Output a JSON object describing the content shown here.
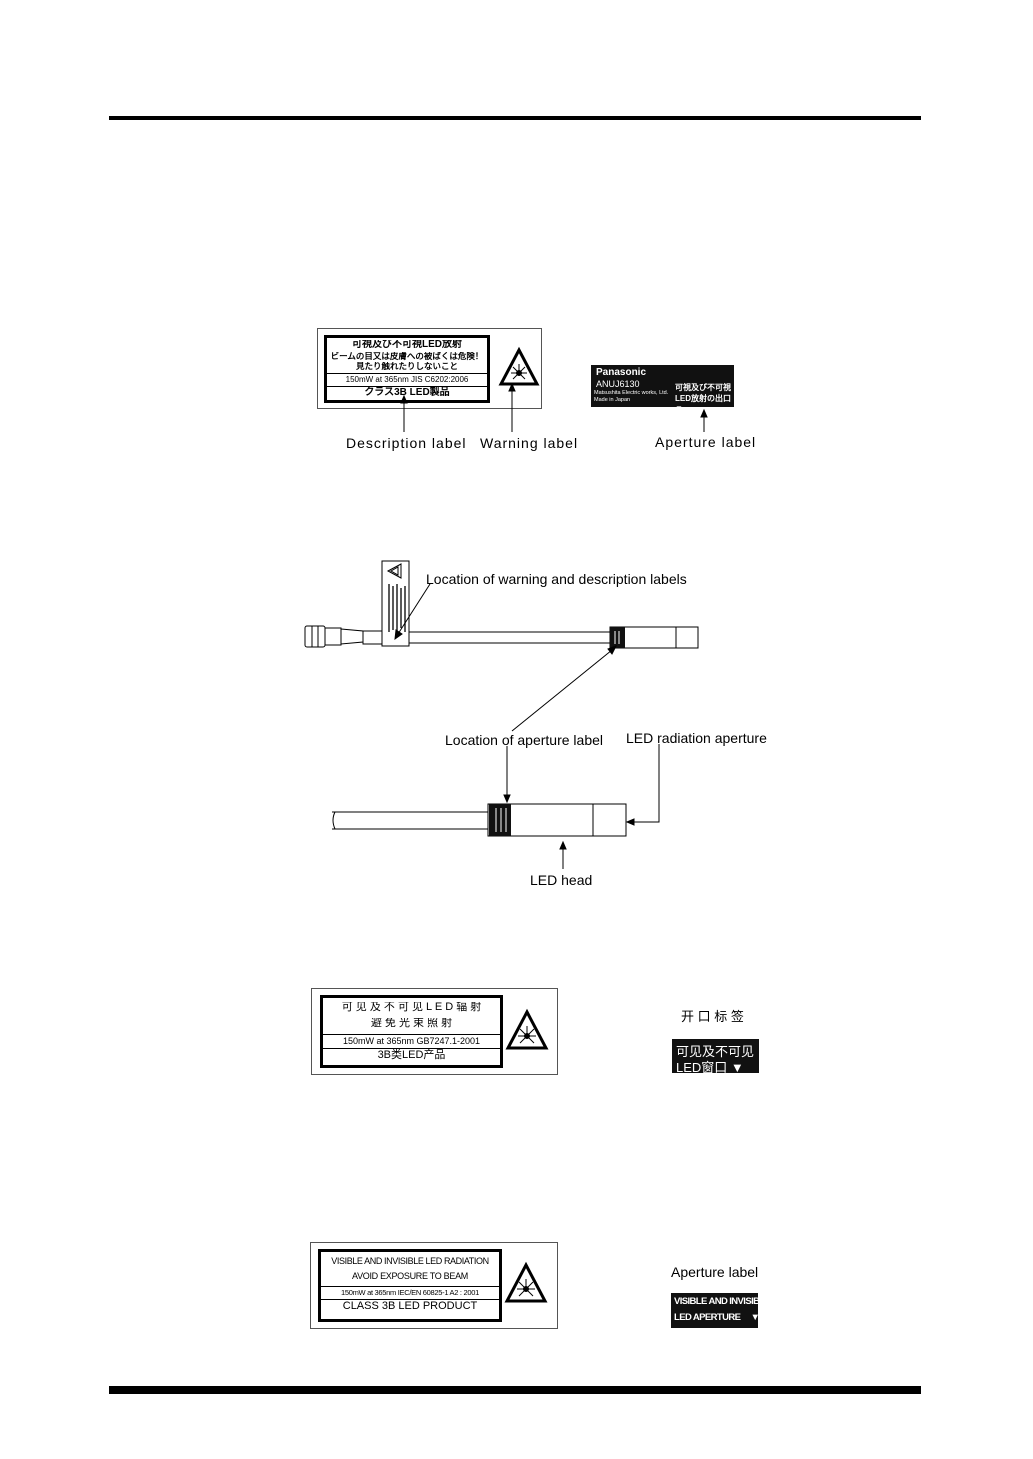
{
  "jp_labels": {
    "description": {
      "line1": "可視及び不可視LED放射",
      "line2": "ビームの目又は皮膚への被ばくは危険！",
      "line3": "見たり触れたりしないこと",
      "line4": "150mW  at  365nm     JIS C6202:2006",
      "line5": "クラス3B   LED製品"
    },
    "aperture": {
      "brand": "Panasonic",
      "model": "ANUJ6130",
      "maker": "Matsushita Electric works, Ltd.",
      "origin": "Made in Japan",
      "text1": "可視及び不可視",
      "text2": "LED放射の出口▼"
    },
    "captions": {
      "description": "Description label",
      "warning": "Warning label",
      "aperture": "Aperture label"
    }
  },
  "diagram": {
    "callout_labels": "Location of warning and description labels",
    "callout_aperture": "Location of aperture label",
    "callout_radiation": "LED radiation aperture",
    "callout_head": "LED head"
  },
  "cn_labels": {
    "line1": "可 见 及 不 可 见 L E D 辐 射",
    "line2": "避   免   光   束   照   射",
    "line3": "150mW  at  365nm   GB7247.1-2001",
    "line4": "3B类LED产品",
    "aperture_title": "开 口 标 签",
    "aperture_text1": "可见及不可见",
    "aperture_text2": "LED窗口  ▼"
  },
  "en_labels": {
    "line1": "VISIBLE AND INVISIBLE LED RADIATION",
    "line2": "AVOID EXPOSURE TO BEAM",
    "line3": "150mW at 365nm  IEC/EN 60825-1  A2 : 2001",
    "line4": "CLASS 3B LED PRODUCT",
    "aperture_title": "Aperture label",
    "aperture_text1": "VISIBLE AND INVISIBLE",
    "aperture_text2": "LED APERTURE     ▼"
  }
}
